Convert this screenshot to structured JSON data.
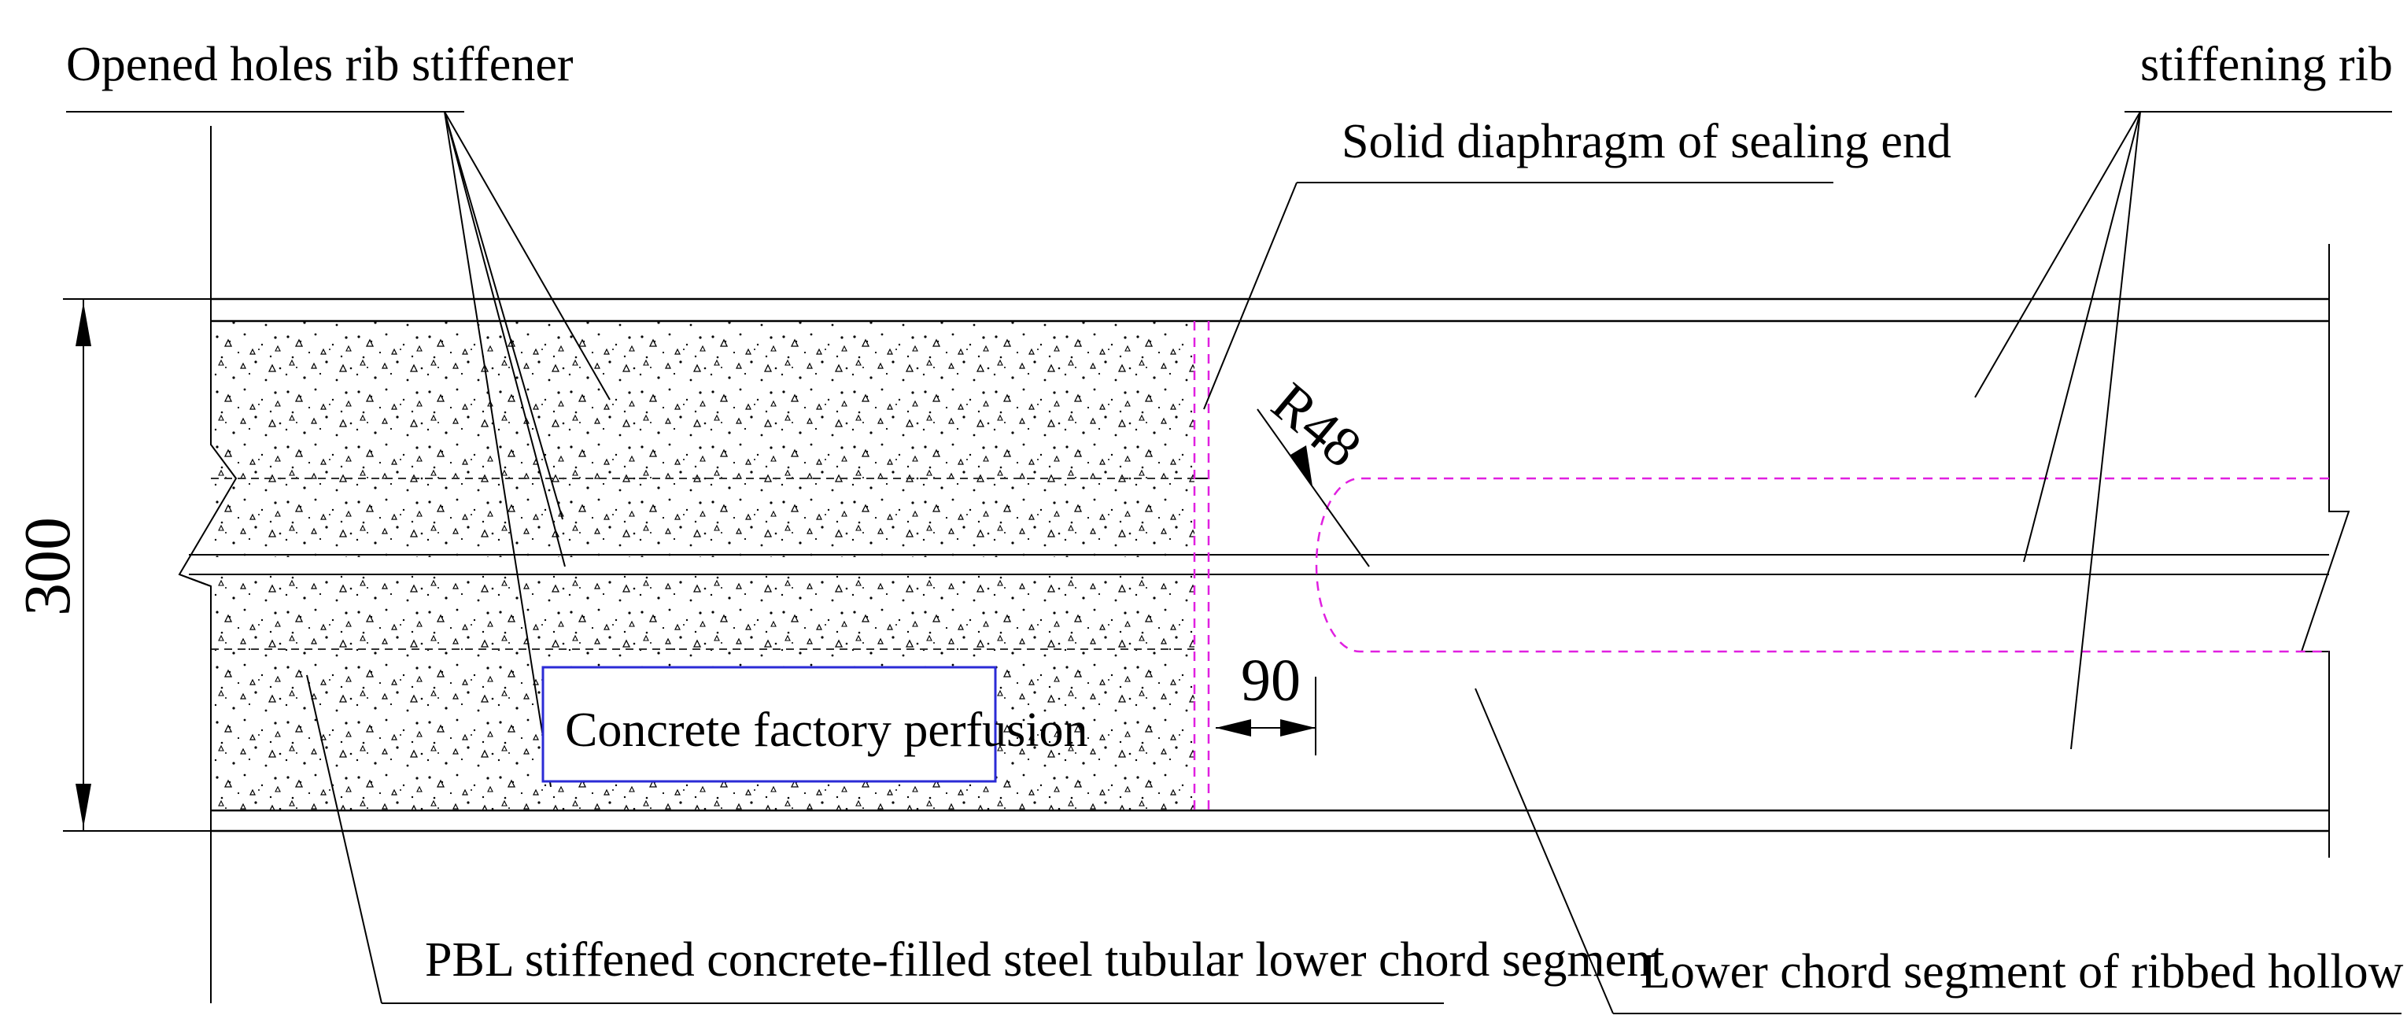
{
  "labels": {
    "opened_holes": "Opened holes rib stiffener",
    "stiffening_rib": "stiffening rib",
    "solid_diaphragm": "Solid diaphragm of sealing end",
    "radius": "R48",
    "offset": "90",
    "height": "300",
    "concrete_perfusion": "Concrete factory perfusion",
    "pbl_segment": "PBL stiffened concrete-filled steel tubular lower chord segment",
    "hollow_segment": "Lower chord segment of ribbed hollow steel tube"
  },
  "colors": {
    "line": "#000000",
    "diaphragm": "#e020e0",
    "callout_box": "#2b2bd6"
  }
}
